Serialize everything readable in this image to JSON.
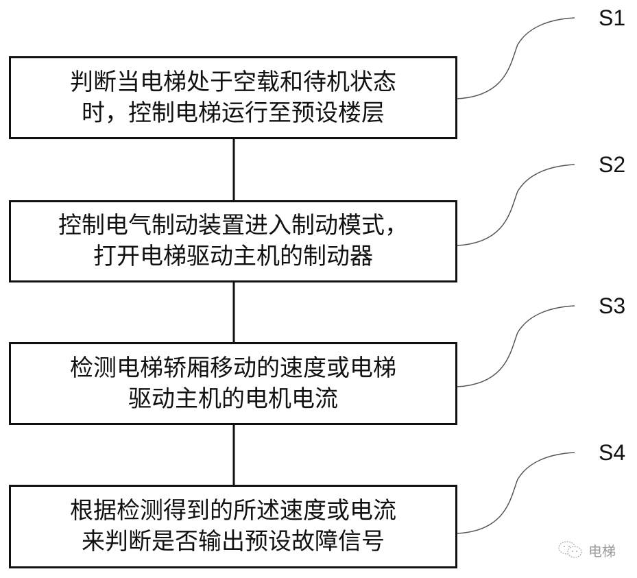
{
  "diagram": {
    "steps": [
      {
        "label": "S1",
        "lines": [
          "判断当电梯处于空载和待机状态",
          "时，控制电梯运行至预设楼层"
        ]
      },
      {
        "label": "S2",
        "lines": [
          "控制电气制动装置进入制动模式，",
          "打开电梯驱动主机的制动器"
        ]
      },
      {
        "label": "S3",
        "lines": [
          "检测电梯轿厢移动的速度或电梯",
          "驱动主机的电机电流"
        ]
      },
      {
        "label": "S4",
        "lines": [
          "根据检测得到的所述速度或电流",
          "来判断是否输出预设故障信号"
        ]
      }
    ]
  },
  "watermark": {
    "icon": "wechat-icon",
    "text": "电梯"
  }
}
